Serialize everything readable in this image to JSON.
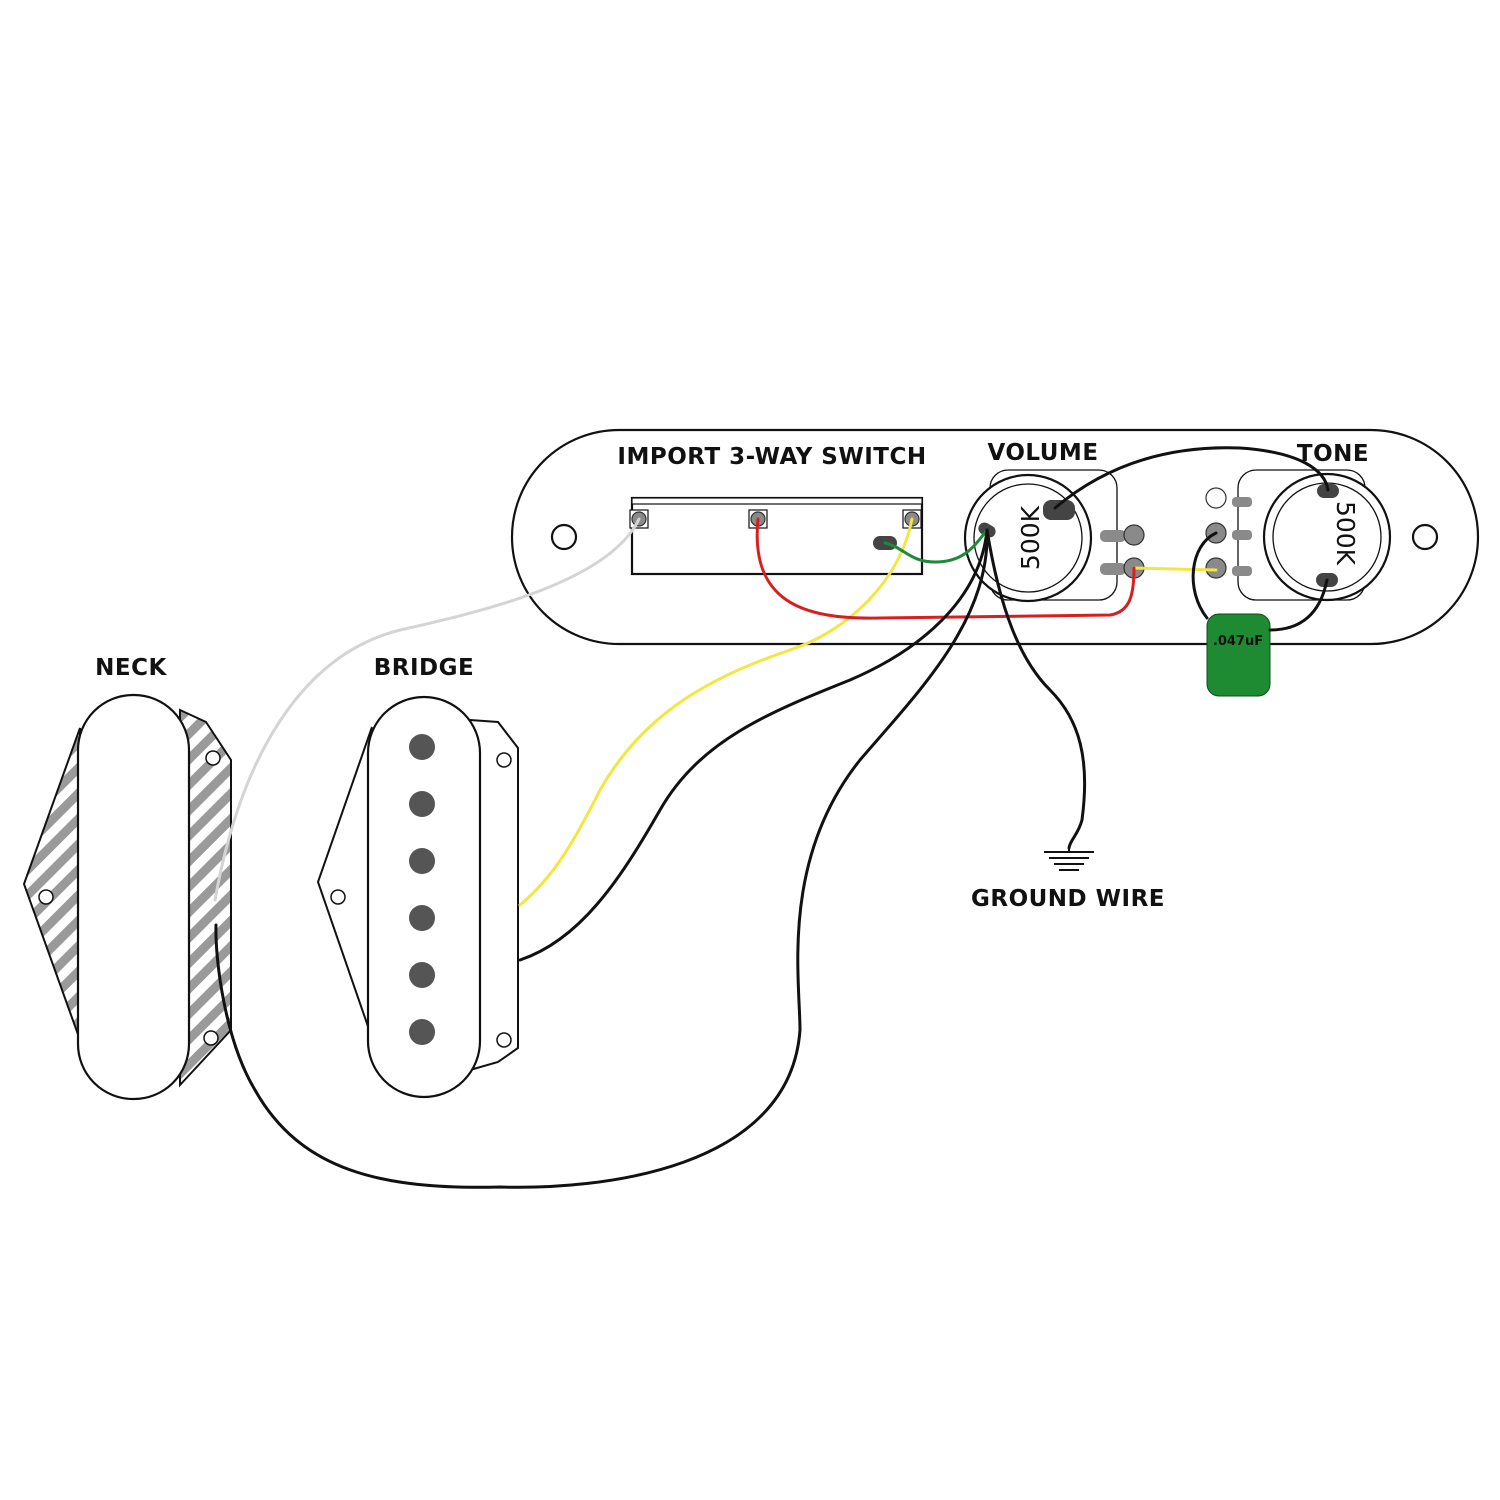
{
  "labels": {
    "switch": "IMPORT 3-WAY SWITCH",
    "volume": "VOLUME",
    "tone": "TONE",
    "neck": "NECK",
    "bridge": "BRIDGE",
    "ground": "GROUND WIRE"
  },
  "pots": {
    "volume_value": "500K",
    "tone_value": "500K"
  },
  "capacitor": {
    "value": ".047uF"
  },
  "colors": {
    "white_wire": "#d4d4d4",
    "yellow_wire": "#f2e640",
    "red_wire": "#d81f1f",
    "green_wire": "#1d8a3a",
    "black_wire": "#111111",
    "capacitor": "#1e8a32",
    "hatch": "#9a9a9a"
  },
  "icons": [
    "ground-symbol-icon",
    "mounting-hole-icon",
    "pole-piece-icon",
    "solder-lug-icon"
  ]
}
